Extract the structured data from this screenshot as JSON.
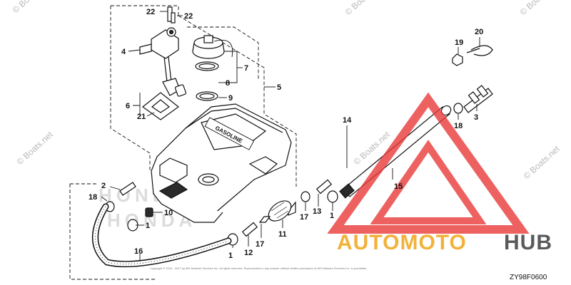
{
  "watermarks": {
    "corner_top_left": "© Boats.net",
    "corner_top_mid": "© Boats.net",
    "corner_top_right": "© Boats.net",
    "mid_left": "© Boats.net",
    "mid_center": "© Boats.net",
    "right_edge": "© Boats.net"
  },
  "brand_logo": {
    "auto": "AUTOMOTO",
    "hub": "HUB",
    "color_auto": "#f2b13a",
    "color_hub": "#5a5a5a",
    "triangle_color": "#e83a3a"
  },
  "tank": {
    "label": "GASOLINE"
  },
  "diagram_code": "ZY98F0600",
  "copyright_line": "Copyright © 2004 - 2017 by ARI Network Services Inc. All rights reserved. Reproduction in any manner without written permission of ARI Network Services Inc. is prohibited.",
  "callouts": {
    "c22a": "22",
    "c22b": "22",
    "c4": "4",
    "c7": "7",
    "c8": "8",
    "c5": "5",
    "c9": "9",
    "c6": "6",
    "c21": "21",
    "c19": "19",
    "c20": "20",
    "c3": "3",
    "c14": "14",
    "c18a": "18",
    "c15": "15",
    "c2": "2",
    "c18b": "18",
    "c10": "10",
    "c1a": "1",
    "c1b": "1",
    "c13": "13",
    "c17a": "17",
    "c17b": "17",
    "c11": "11",
    "c12": "12",
    "c16": "16"
  }
}
